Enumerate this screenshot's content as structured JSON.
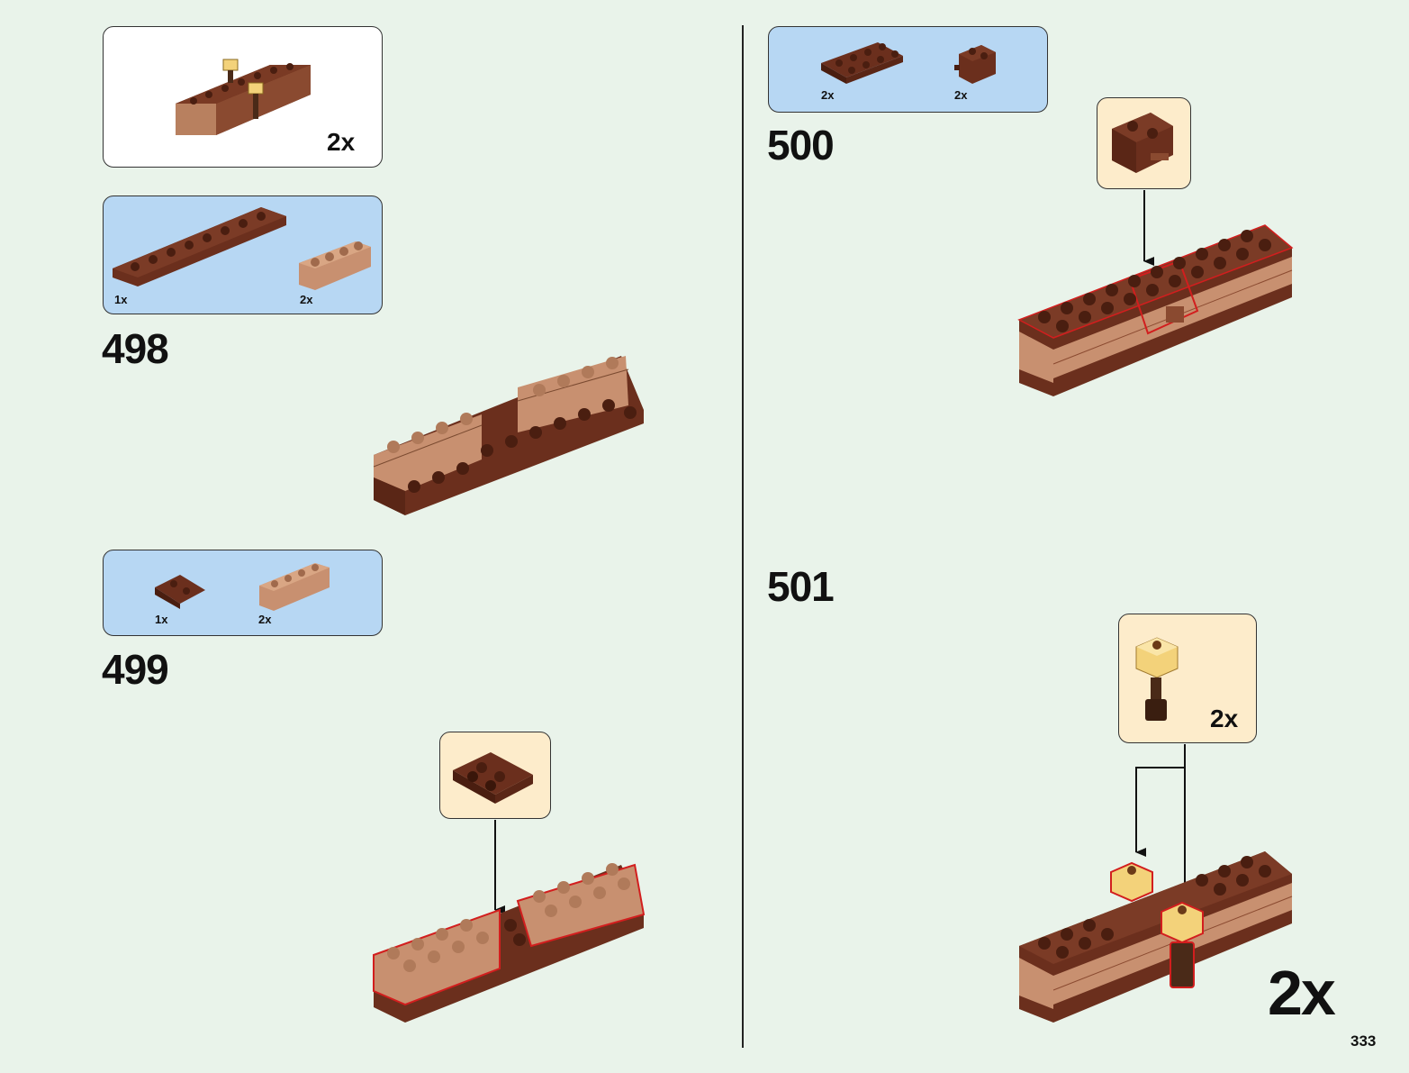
{
  "left": {
    "sub_assembly_multiplier": "2x",
    "step498": {
      "number": "498",
      "parts": [
        {
          "qty": "1x"
        },
        {
          "qty": "2x"
        }
      ]
    },
    "step499": {
      "number": "499",
      "parts": [
        {
          "qty": "1x"
        },
        {
          "qty": "2x"
        }
      ]
    }
  },
  "right": {
    "step500": {
      "number": "500",
      "parts": [
        {
          "qty": "2x"
        },
        {
          "qty": "2x"
        }
      ]
    },
    "step501": {
      "number": "501",
      "callout_multiplier": "2x",
      "build_multiplier": "2x"
    }
  },
  "page_number": "333",
  "colors": {
    "background": "#e9f3ea",
    "parts_panel": "#b7d7f3",
    "callout_panel": "#fdeccb",
    "reddish_brown": "#6b2f1d",
    "tan": "#c89070",
    "highlight": "#d21e1e"
  }
}
